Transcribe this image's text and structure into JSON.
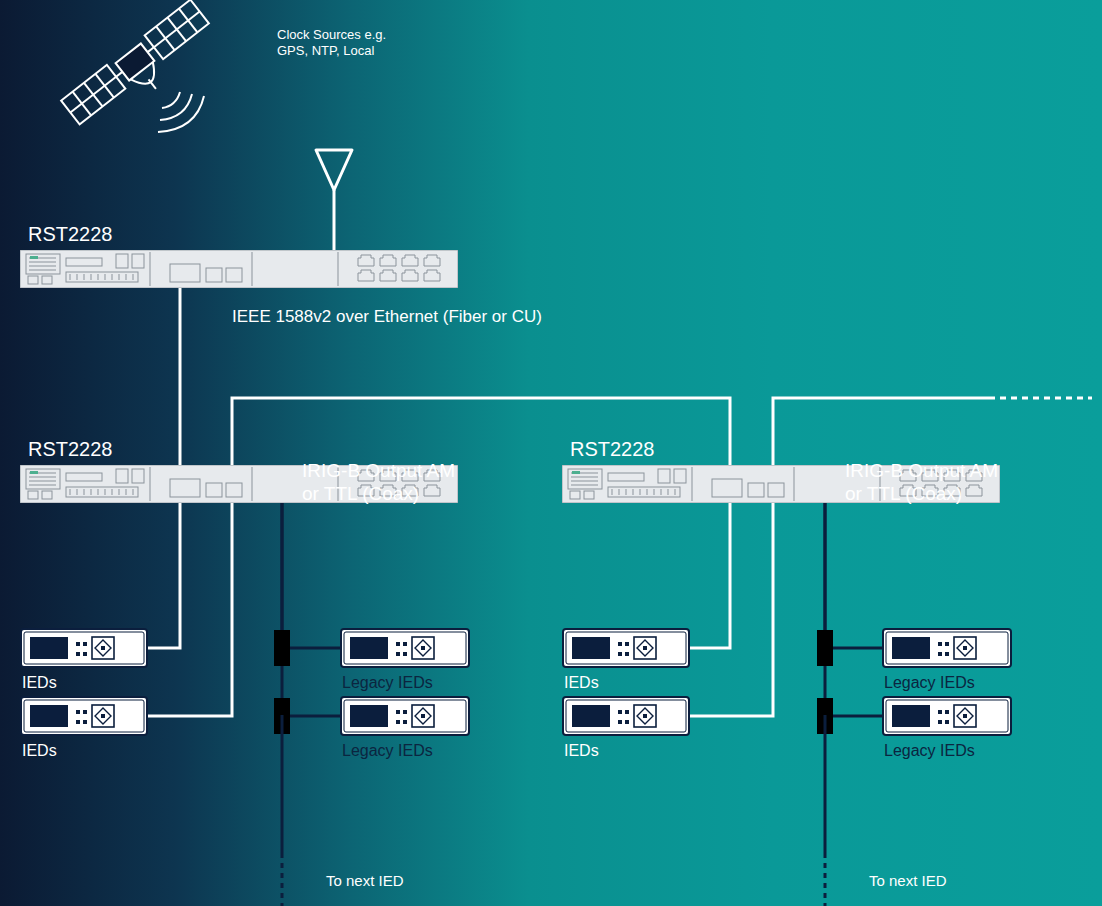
{
  "diagram": {
    "nodes": [
      {
        "text": [
          "RST2228"
        ]
      },
      {
        "text": [
          "RST2228"
        ]
      },
      {
        "text": [
          "RST2228"
        ]
      },
      {
        "text": [
          "IEDs"
        ]
      },
      {
        "text": [
          "IEDs"
        ]
      },
      {
        "text": [
          "Legacy IEDs"
        ]
      },
      {
        "text": [
          "Legacy IEDs"
        ]
      },
      {
        "text": [
          "IEDs"
        ]
      },
      {
        "text": [
          "IEDs"
        ]
      },
      {
        "text": [
          "Legacy IEDs"
        ]
      },
      {
        "text": [
          "Legacy IEDs"
        ]
      }
    ],
    "edges": [
      {
        "from": 0,
        "to": 1,
        "arrow": "none"
      },
      {
        "from": 1,
        "to": 3,
        "arrow": "none"
      },
      {
        "from": 1,
        "to": 4,
        "arrow": "none"
      },
      {
        "from": 1,
        "to": 2,
        "arrow": "none"
      },
      {
        "from": 1,
        "to": 5,
        "arrow": "none"
      },
      {
        "from": 1,
        "to": 6,
        "arrow": "none"
      },
      {
        "from": 2,
        "to": 7,
        "arrow": "none"
      },
      {
        "from": 2,
        "to": 8,
        "arrow": "none"
      },
      {
        "from": 2,
        "to": 9,
        "arrow": "none"
      },
      {
        "from": 2,
        "to": 10,
        "arrow": "none"
      }
    ],
    "labels": [
      "Clock Sources e.g. GPS, NTP, Local",
      "IEEE 1588v2 over Ethernet (Fiber or CU)",
      "IRIG-B Output AM or TTL (Coax)",
      "IRIG-B Output AM or TTL (Coax)",
      "To next IED",
      "To next IED"
    ]
  }
}
